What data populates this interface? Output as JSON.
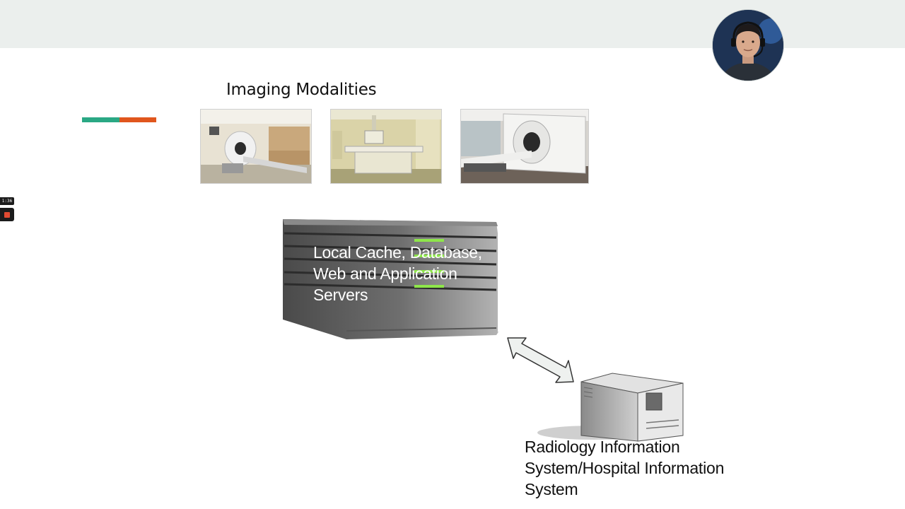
{
  "slide": {
    "title": "Imaging Modalities",
    "server_label": "Local Cache, Database, Web and Application Servers",
    "ris_label": "Radiology Information System/Hospital Information System"
  },
  "recording": {
    "elapsed": "1:36"
  },
  "colors": {
    "accent_green": "#2aa884",
    "accent_orange": "#e0561d",
    "server_led": "#8ee64a",
    "top_band": "#ebefed"
  },
  "photos": [
    {
      "icon": "ct-scanner-photo"
    },
    {
      "icon": "x-ray-room-photo"
    },
    {
      "icon": "mri-scanner-photo"
    }
  ]
}
